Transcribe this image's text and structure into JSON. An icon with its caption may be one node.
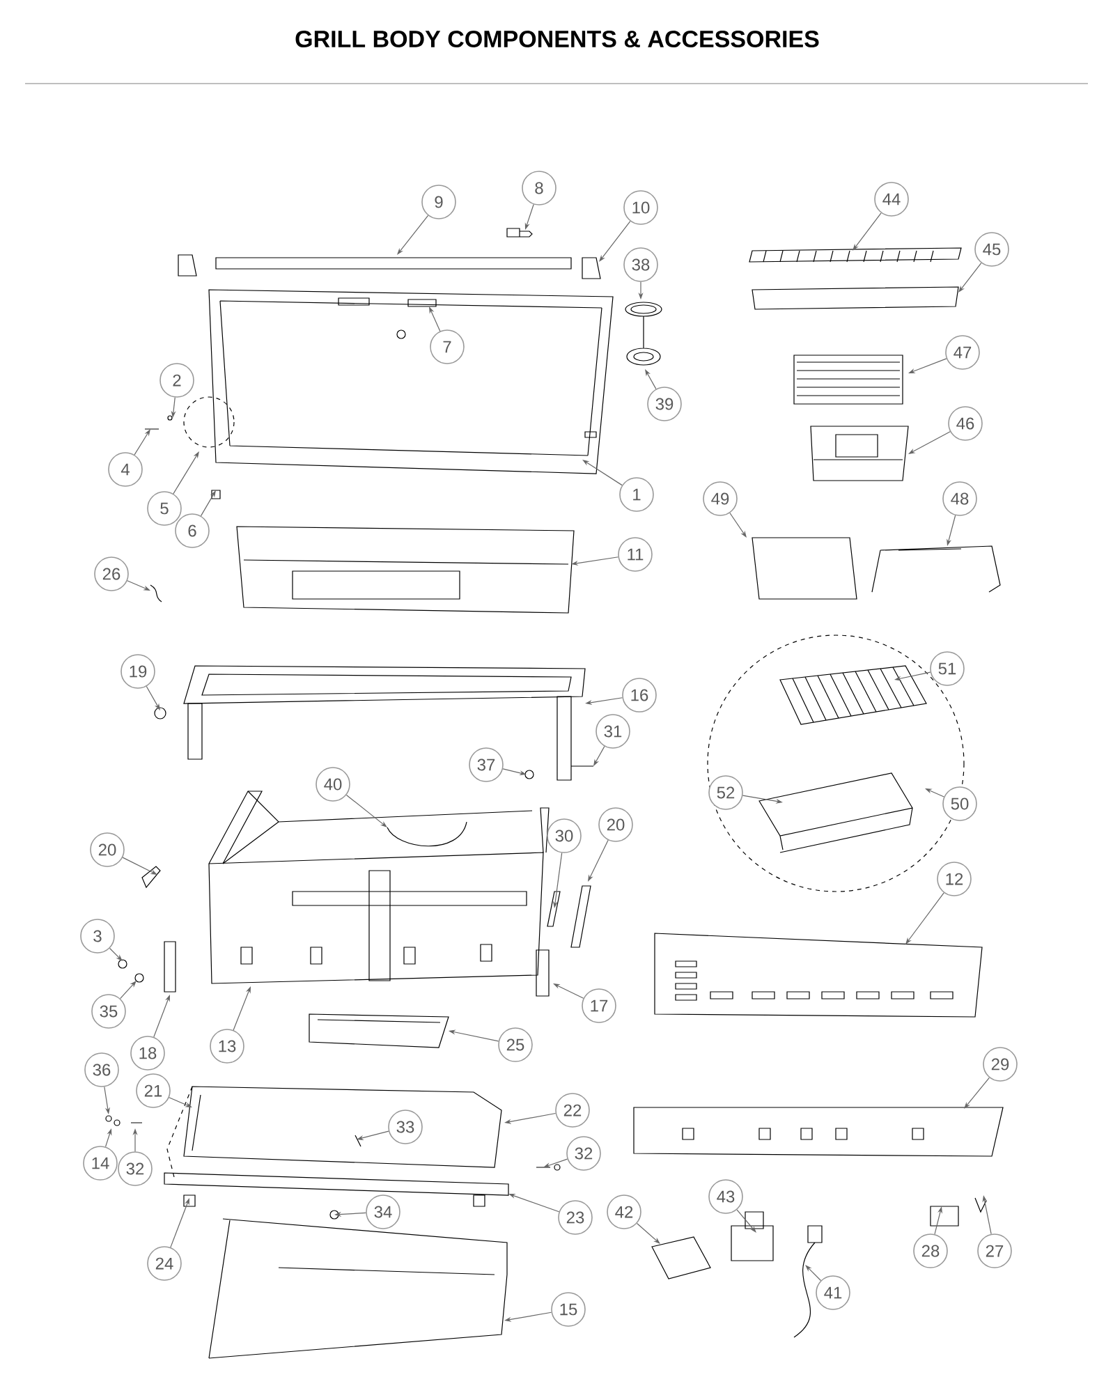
{
  "diagram": {
    "title": "GRILL BODY COMPONENTS & ACCESSORIES",
    "nodes": [
      {
        "text": [
          "1"
        ]
      },
      {
        "text": [
          "2"
        ]
      },
      {
        "text": [
          "3"
        ]
      },
      {
        "text": [
          "4"
        ]
      },
      {
        "text": [
          "5"
        ]
      },
      {
        "text": [
          "6"
        ]
      },
      {
        "text": [
          "7"
        ]
      },
      {
        "text": [
          "8"
        ]
      },
      {
        "text": [
          "9"
        ]
      },
      {
        "text": [
          "10"
        ]
      },
      {
        "text": [
          "11"
        ]
      },
      {
        "text": [
          "12"
        ]
      },
      {
        "text": [
          "13"
        ]
      },
      {
        "text": [
          "14"
        ]
      },
      {
        "text": [
          "15"
        ]
      },
      {
        "text": [
          "16"
        ]
      },
      {
        "text": [
          "17"
        ]
      },
      {
        "text": [
          "18"
        ]
      },
      {
        "text": [
          "19"
        ]
      },
      {
        "text": [
          "20"
        ]
      },
      {
        "text": [
          "20"
        ]
      },
      {
        "text": [
          "21"
        ]
      },
      {
        "text": [
          "22"
        ]
      },
      {
        "text": [
          "23"
        ]
      },
      {
        "text": [
          "24"
        ]
      },
      {
        "text": [
          "25"
        ]
      },
      {
        "text": [
          "26"
        ]
      },
      {
        "text": [
          "27"
        ]
      },
      {
        "text": [
          "28"
        ]
      },
      {
        "text": [
          "29"
        ]
      },
      {
        "text": [
          "30"
        ]
      },
      {
        "text": [
          "31"
        ]
      },
      {
        "text": [
          "32"
        ]
      },
      {
        "text": [
          "32"
        ]
      },
      {
        "text": [
          "33"
        ]
      },
      {
        "text": [
          "34"
        ]
      },
      {
        "text": [
          "35"
        ]
      },
      {
        "text": [
          "36"
        ]
      },
      {
        "text": [
          "37"
        ]
      },
      {
        "text": [
          "38"
        ]
      },
      {
        "text": [
          "39"
        ]
      },
      {
        "text": [
          "40"
        ]
      },
      {
        "text": [
          "41"
        ]
      },
      {
        "text": [
          "42"
        ]
      },
      {
        "text": [
          "43"
        ]
      },
      {
        "text": [
          "44"
        ]
      },
      {
        "text": [
          "45"
        ]
      },
      {
        "text": [
          "46"
        ]
      },
      {
        "text": [
          "47"
        ]
      },
      {
        "text": [
          "48"
        ]
      },
      {
        "text": [
          "49"
        ]
      },
      {
        "text": [
          "50"
        ]
      },
      {
        "text": [
          "51"
        ]
      },
      {
        "text": [
          "52"
        ]
      }
    ],
    "edges": [
      {
        "from": 0,
        "to": null,
        "arrow": "to"
      },
      {
        "from": 1,
        "to": null,
        "arrow": "to"
      },
      {
        "from": 2,
        "to": null,
        "arrow": "to"
      },
      {
        "from": 3,
        "to": null,
        "arrow": "to"
      },
      {
        "from": 4,
        "to": null,
        "arrow": "to"
      },
      {
        "from": 5,
        "to": null,
        "arrow": "to"
      },
      {
        "from": 6,
        "to": null,
        "arrow": "to"
      },
      {
        "from": 7,
        "to": null,
        "arrow": "to"
      },
      {
        "from": 8,
        "to": null,
        "arrow": "to"
      },
      {
        "from": 9,
        "to": null,
        "arrow": "to"
      },
      {
        "from": 10,
        "to": null,
        "arrow": "to"
      },
      {
        "from": 11,
        "to": null,
        "arrow": "to"
      },
      {
        "from": 12,
        "to": null,
        "arrow": "to"
      },
      {
        "from": 13,
        "to": null,
        "arrow": "to"
      },
      {
        "from": 14,
        "to": null,
        "arrow": "to"
      },
      {
        "from": 15,
        "to": null,
        "arrow": "to"
      },
      {
        "from": 16,
        "to": null,
        "arrow": "to"
      },
      {
        "from": 17,
        "to": null,
        "arrow": "to"
      },
      {
        "from": 18,
        "to": null,
        "arrow": "to"
      },
      {
        "from": 19,
        "to": null,
        "arrow": "to"
      },
      {
        "from": 20,
        "to": null,
        "arrow": "to"
      },
      {
        "from": 21,
        "to": null,
        "arrow": "to"
      },
      {
        "from": 22,
        "to": null,
        "arrow": "to"
      },
      {
        "from": 23,
        "to": null,
        "arrow": "to"
      },
      {
        "from": 24,
        "to": null,
        "arrow": "to"
      },
      {
        "from": 25,
        "to": null,
        "arrow": "to"
      },
      {
        "from": 26,
        "to": null,
        "arrow": "to"
      },
      {
        "from": 27,
        "to": null,
        "arrow": "to"
      },
      {
        "from": 28,
        "to": null,
        "arrow": "to"
      },
      {
        "from": 29,
        "to": null,
        "arrow": "to"
      },
      {
        "from": 30,
        "to": null,
        "arrow": "to"
      },
      {
        "from": 31,
        "to": null,
        "arrow": "to"
      },
      {
        "from": 32,
        "to": null,
        "arrow": "to"
      },
      {
        "from": 33,
        "to": null,
        "arrow": "to"
      },
      {
        "from": 34,
        "to": null,
        "arrow": "to"
      },
      {
        "from": 35,
        "to": null,
        "arrow": "to"
      },
      {
        "from": 36,
        "to": null,
        "arrow": "to"
      },
      {
        "from": 37,
        "to": null,
        "arrow": "to"
      },
      {
        "from": 38,
        "to": null,
        "arrow": "to"
      },
      {
        "from": 39,
        "to": null,
        "arrow": "to"
      },
      {
        "from": 40,
        "to": null,
        "arrow": "to"
      },
      {
        "from": 41,
        "to": null,
        "arrow": "to"
      },
      {
        "from": 42,
        "to": null,
        "arrow": "to"
      },
      {
        "from": 43,
        "to": null,
        "arrow": "to"
      },
      {
        "from": 44,
        "to": null,
        "arrow": "to"
      },
      {
        "from": 45,
        "to": null,
        "arrow": "to"
      },
      {
        "from": 46,
        "to": null,
        "arrow": "to"
      },
      {
        "from": 47,
        "to": null,
        "arrow": "to"
      },
      {
        "from": 48,
        "to": null,
        "arrow": "to"
      },
      {
        "from": 49,
        "to": null,
        "arrow": "to"
      },
      {
        "from": 50,
        "to": null,
        "arrow": "to"
      },
      {
        "from": 51,
        "to": null,
        "arrow": "to"
      },
      {
        "from": 52,
        "to": null,
        "arrow": "to"
      },
      {
        "from": 53,
        "to": null,
        "arrow": "to"
      }
    ]
  }
}
